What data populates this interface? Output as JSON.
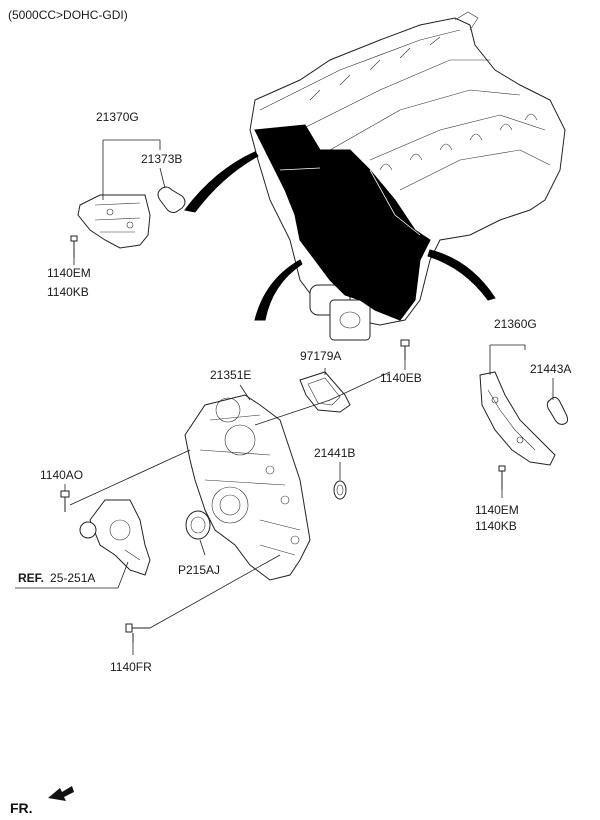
{
  "header": {
    "engine": "(5000CC>DOHC-GDI)"
  },
  "parts": {
    "p21370G": "21370G",
    "p21373B": "21373B",
    "p1140EM_a": "1140EM",
    "p1140KB_a": "1140KB",
    "p21351E": "21351E",
    "p97179A": "97179A",
    "p1140EB": "1140EB",
    "p21360G": "21360G",
    "p21443A": "21443A",
    "p21441B": "21441B",
    "p1140AO": "1140AO",
    "p1140EM_b": "1140EM",
    "p1140KB_b": "1140KB",
    "pP215AJ": "P215AJ",
    "p1140FR": "1140FR"
  },
  "ref": {
    "prefix": "REF.",
    "code": "25-251A"
  },
  "direction": {
    "label": "FR."
  }
}
